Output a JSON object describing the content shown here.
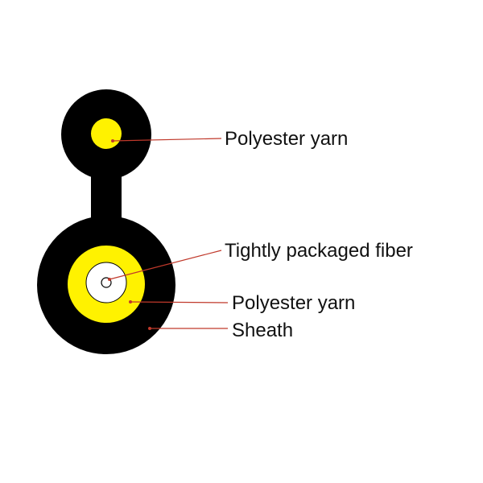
{
  "diagram": {
    "labels": {
      "messenger_yarn": "Polyester yarn",
      "tight_buffered_fiber": "Tightly packaged fiber",
      "strength_yarn": "Polyester yarn",
      "sheath": "Sheath"
    }
  },
  "colors": {
    "background": "#ffffff",
    "sheath": "#000000",
    "yarn": "#fff200",
    "fiber_fill": "#ffffff",
    "fiber_outline": "#000000",
    "leader_line": "#c0392b",
    "label_text": "#111111"
  }
}
